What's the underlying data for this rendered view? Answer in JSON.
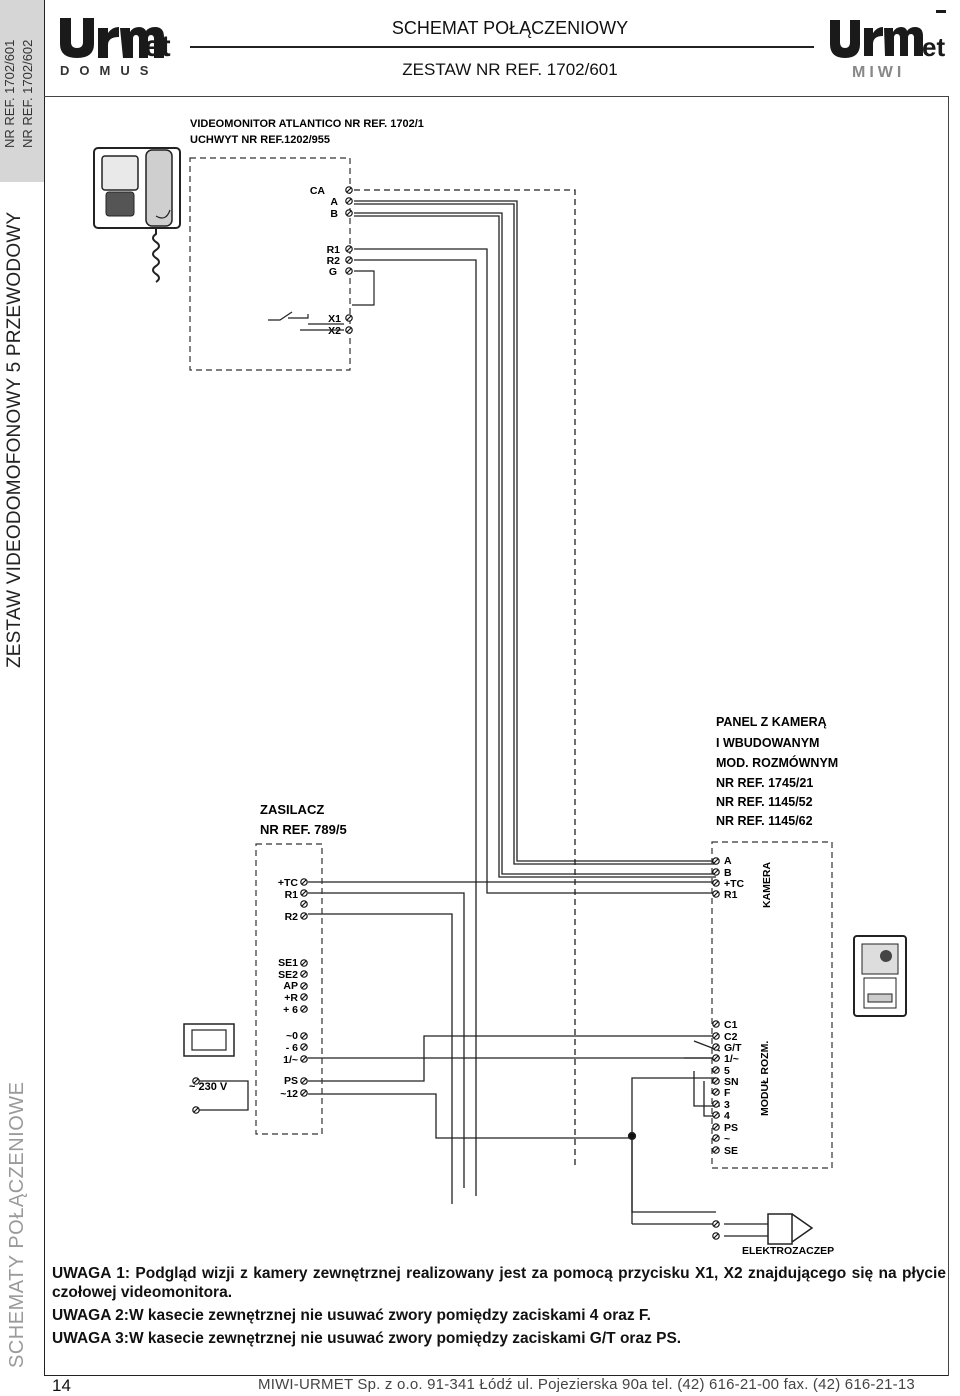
{
  "side": {
    "ref_line1": "NR REF. 1702/601",
    "ref_line2": "NR REF. 1702/602",
    "section_title": "ZESTAW VIDEODOMOFONOWY 5 PRZEWODOWY",
    "category": "SCHEMATY POŁĄCZENIOWE"
  },
  "header": {
    "logo_left": "urmet DOMUS",
    "logo_right": "urmet MIWI",
    "title": "SCHEMAT POŁĄCZENIOWY",
    "subtitle": "ZESTAW NR REF. 1702/601"
  },
  "diagram": {
    "monitor_label_1": "VIDEOMONITOR ATLANTICO NR REF. 1702/1",
    "monitor_label_2": "UCHWYT NR REF.1202/955",
    "monitor_terminals": [
      "CA",
      "A",
      "B",
      "R1",
      "R2",
      "G",
      "X1",
      "X2"
    ],
    "psu_label_1": "ZASILACZ",
    "psu_label_2": "NR REF. 789/5",
    "psu_terminals_top": [
      "+TC",
      "R1",
      "",
      "R2"
    ],
    "psu_terminals_mid": [
      "SE1",
      "SE2",
      "AP",
      "+R",
      "+ 6"
    ],
    "psu_terminals_bot": [
      "~0",
      "- 6",
      "1/~",
      "PS",
      "~12"
    ],
    "mains_label": "~ 230 V",
    "panel_label": [
      "PANEL Z KAMERĄ",
      "I WBUDOWANYM",
      "MOD. ROZMÓWNYM",
      "NR REF. 1745/21",
      "NR REF. 1145/52",
      "NR REF. 1145/62"
    ],
    "camera_terminals": [
      "A",
      "B",
      "+TC",
      "R1"
    ],
    "camera_label": "KAMERA",
    "module_terminals": [
      "C1",
      "C2",
      "G/T",
      "1/~",
      "5",
      "SN",
      "F",
      "3",
      "4",
      "PS",
      "~",
      "SE"
    ],
    "module_label": "MODUŁ ROZM.",
    "lock_label": "ELEKTROZACZEP"
  },
  "notes": [
    {
      "label": "UWAGA 1:",
      "text": "Podgląd wizji z kamery zewnętrznej realizowany jest za pomocą przycisku X1, X2 znajdującego się na płycie czołowej videomonitora."
    },
    {
      "label": "UWAGA 2:",
      "text": "W kasecie zewnętrznej nie usuwać zwory pomiędzy zaciskami 4 oraz F."
    },
    {
      "label": "UWAGA 3:",
      "text": "W kasecie zewnętrznej nie usuwać zwory pomiędzy zaciskami G/T oraz PS."
    }
  ],
  "footer": {
    "page_number": "14",
    "address": "MIWI-URMET Sp. z o.o.  91-341 Łódź ul. Pojezierska 90a  tel. (42) 616-21-00  fax. (42) 616-21-13"
  }
}
